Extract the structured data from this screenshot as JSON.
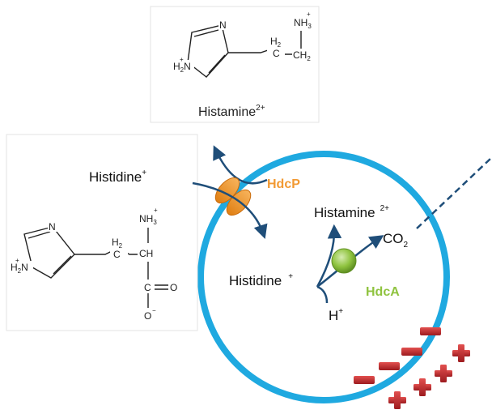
{
  "colors": {
    "cell_membrane": "#1fa9e0",
    "transporter": "#f29a33",
    "enzyme": "#8fc33f",
    "arrow": "#1f4e79",
    "charge": "#c0282d",
    "hdcp_label": "#f29a33",
    "hdca_label": "#8fc33f"
  },
  "top_panel": {
    "caption_main": "Histamine",
    "caption_sup": "2+",
    "atoms": {
      "n_ring": "N",
      "nh2": "H",
      "nh2_sub": "2",
      "nh2_n": "N",
      "nh2_plus": "+",
      "ch2_a_h": "H",
      "ch2_a_sub": "2",
      "ch2_a_c": "C",
      "ch2_b_c": "CH",
      "ch2_b_sub": "2",
      "nh3": "NH",
      "nh3_sub": "3",
      "nh3_plus": "+"
    }
  },
  "left_panel": {
    "atoms": {
      "n_ring": "N",
      "nh2": "H",
      "nh2_sub": "2",
      "nh2_n": "N",
      "nh2_plus": "+",
      "ch2_h": "H",
      "ch2_sub": "2",
      "ch2_c": "C",
      "ch": "CH",
      "nh3": "NH",
      "nh3_sub": "3",
      "nh3_plus": "+",
      "c": "C",
      "o_double": "O",
      "o_single": "O",
      "o_minus": "−"
    }
  },
  "labels": {
    "histidine_out": "Histidine",
    "histidine_out_sup": "+",
    "hdcp": "HdcP",
    "histamine_in": "Histamine",
    "histamine_in_sup": "2+",
    "co2": "CO",
    "co2_sub": "2",
    "histidine_in": "Histidine",
    "histidine_in_sup": "+",
    "hdca": "HdcA",
    "proton": "H",
    "proton_sup": "+"
  },
  "icons": {
    "transporter": "orange-ellipse-pair-icon",
    "enzyme": "green-sphere-icon",
    "negative_charge": "minus-bar-icon",
    "positive_charge": "plus-cross-icon"
  }
}
